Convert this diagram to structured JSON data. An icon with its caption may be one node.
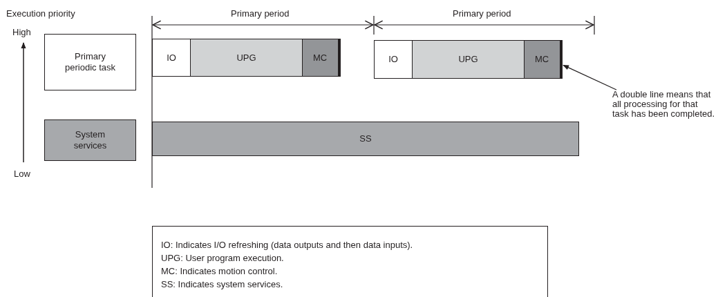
{
  "diagram": {
    "nodes": [
      {
        "text": [
          "Primary periodic task"
        ]
      },
      {
        "text": [
          "System services"
        ]
      },
      {
        "text": [
          "IO"
        ]
      },
      {
        "text": [
          "UPG"
        ]
      },
      {
        "text": [
          "MC"
        ]
      },
      {
        "text": [
          "IO"
        ]
      },
      {
        "text": [
          "UPG"
        ]
      },
      {
        "text": [
          "MC"
        ]
      },
      {
        "text": [
          "SS"
        ]
      },
      {
        "text": [
          "A double line means that all processing for that task has been completed."
        ]
      },
      {
        "text": [
          "IO: Indicates I/O refreshing (data outputs and then data inputs).",
          "UPG: User program execution.",
          "MC: Indicates motion control.",
          "SS: Indicates system services."
        ]
      }
    ],
    "edges": [
      {
        "from": 9,
        "to": 7,
        "arrow": "to"
      }
    ],
    "labels": [
      "Execution priority",
      "Primary period",
      "Primary period",
      "High",
      "Low"
    ]
  }
}
